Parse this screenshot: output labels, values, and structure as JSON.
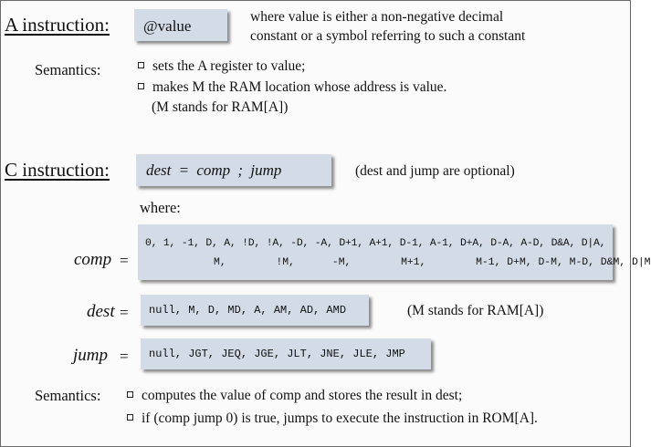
{
  "a_instruction": {
    "heading": "A instruction:",
    "syntax": "@value",
    "desc_line1": "where value is either a non-negative decimal",
    "desc_line2": "constant or a symbol referring to such a constant",
    "semantics_label": "Semantics:",
    "bullet1": "sets the A register to value;",
    "bullet2": "makes M the RAM location whose address is value.",
    "note": "(M stands for RAM[A])"
  },
  "c_instruction": {
    "heading": "C instruction:",
    "syntax": "dest = comp ; jump",
    "optional_note": "(dest and jump are optional)",
    "where": "where:",
    "comp_label": "comp",
    "equals": "=",
    "comp_row1": "0, 1, -1, D, A, !D, !A, -D, -A, D+1, A+1, D-1, A-1, D+A, D-A, A-D, D&A, D|A,",
    "comp_row2": "M,        !M,      -M,        M+1,        M-1, D+M, D-M, M-D, D&M, D|M",
    "dest_label": "dest",
    "dest_values": "null, M, D, MD, A, AM, AD, AMD",
    "dest_note": "(M stands for RAM[A])",
    "jump_label": "jump",
    "jump_values": "null, JGT, JEQ, JGE, JLT, JNE, JLE, JMP",
    "semantics_label": "Semantics:",
    "bullet1": "computes the value of comp and stores the result in dest;",
    "bullet2": "if (comp jump 0) is true, jumps to execute the instruction in ROM[A]."
  }
}
